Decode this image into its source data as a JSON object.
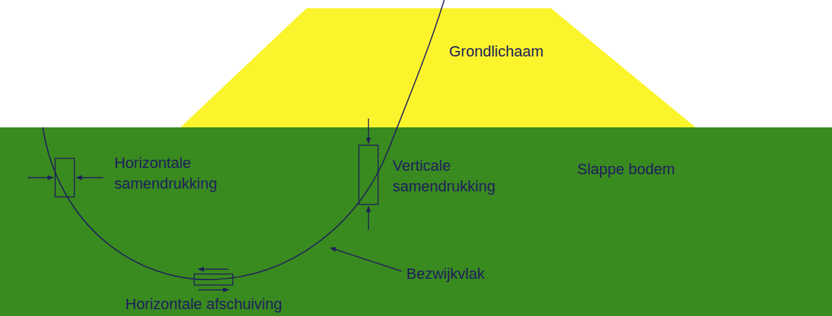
{
  "diagram": {
    "nodes": [
      {
        "text": [
          "Slappe bodem"
        ]
      },
      {
        "text": [
          "Grondlichaam"
        ]
      }
    ],
    "labels": [
      "Horizontale samendrukking",
      "Verticale samendrukking",
      "Horizontale afschuiving",
      "Bezwijkvlak"
    ]
  }
}
